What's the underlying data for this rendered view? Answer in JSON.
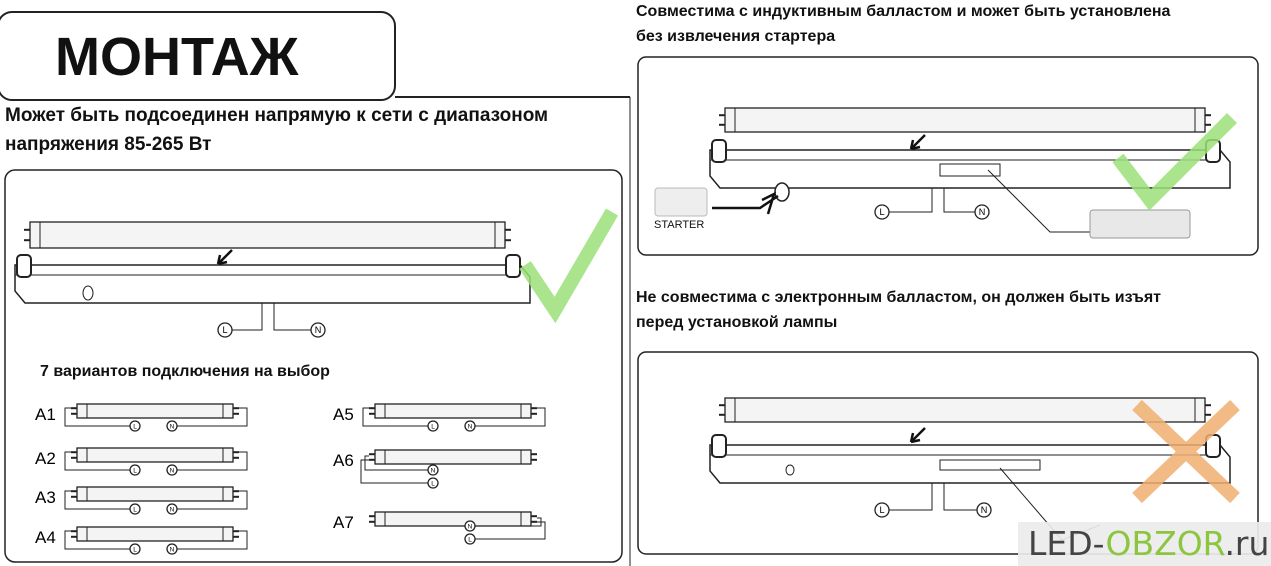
{
  "title": "МОНТАЖ",
  "left_section": {
    "description_line1": "Может быть подсоединен напрямую к сети с диапазоном",
    "description_line2": "напряжения 85-265 Вт",
    "variants_heading": "7 вариантов подключения на выбор",
    "variants": [
      "A1",
      "A2",
      "A3",
      "A4",
      "A5",
      "A6",
      "A7"
    ]
  },
  "right_top": {
    "line1": "Совместима с индуктивным балластом и может быть установлена",
    "line2": "без извлечения стартера",
    "starter_label": "STARTER"
  },
  "right_bottom": {
    "line1": "Не совместима с электронным балластом, он должен быть изъят",
    "line2": "перед установкой лампы"
  },
  "terminals": {
    "live": "L",
    "neutral": "N"
  },
  "watermark": {
    "part1": "LED-",
    "part2": "OBZOR",
    "part3": ".ru"
  },
  "colors": {
    "check": "#9be07a",
    "cross": "#f0b070",
    "watermark_green": "#8cc63f"
  }
}
